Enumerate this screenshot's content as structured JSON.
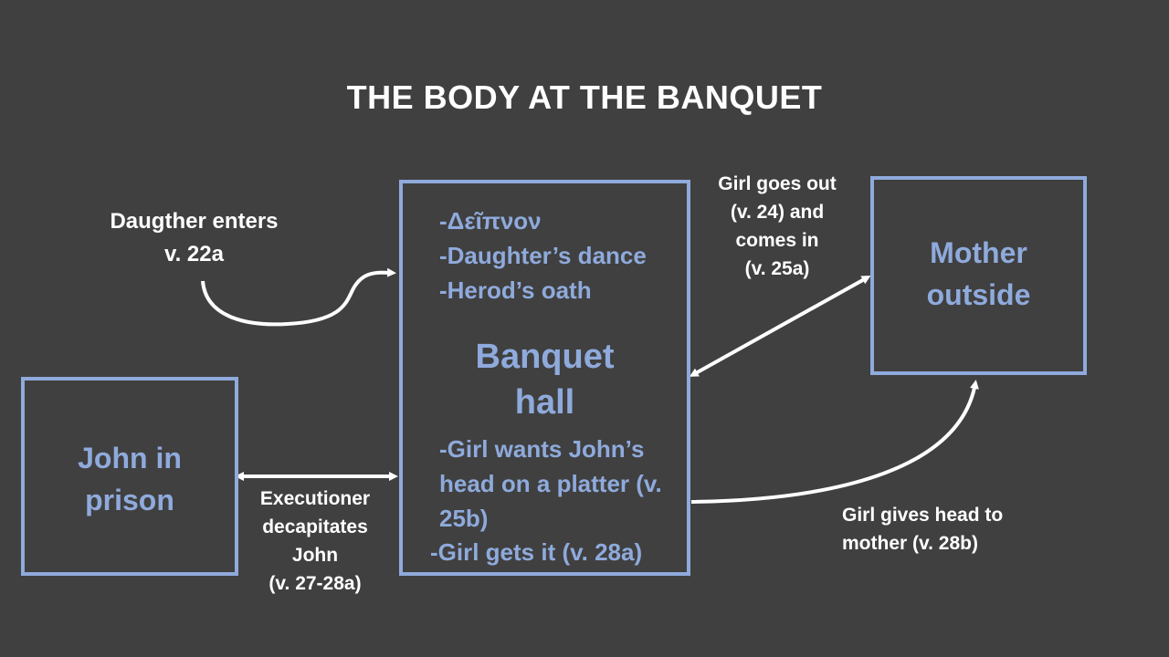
{
  "title": "THE BODY AT THE BANQUET",
  "hall": {
    "top_items": [
      "-Δεῖπνον",
      "-Daughter’s dance",
      "-Herod’s oath"
    ],
    "title_lines": [
      "Banquet",
      "hall"
    ],
    "bottom_lines": [
      "-Girl wants John’s",
      "head on a platter (v.",
      "25b)"
    ],
    "last_item": "-Girl gets it (v. 28a)"
  },
  "prison": {
    "lines": [
      "John in",
      "prison"
    ]
  },
  "mother": {
    "lines": [
      "Mother",
      "outside"
    ]
  },
  "notes": {
    "daughter_enters": [
      "Daugther enters",
      "v. 22a"
    ],
    "girl_goes_out": [
      "Girl goes out",
      "(v. 24) and",
      "comes in",
      "(v. 25a)"
    ],
    "executioner": [
      "Executioner",
      "decapitates",
      "John",
      "(v. 27-28a)"
    ],
    "gives_head": [
      "Girl gives head to",
      "mother (v. 28b)"
    ]
  },
  "colors": {
    "background": "#404040",
    "accent": "#8faadc",
    "text": "#ffffff"
  }
}
